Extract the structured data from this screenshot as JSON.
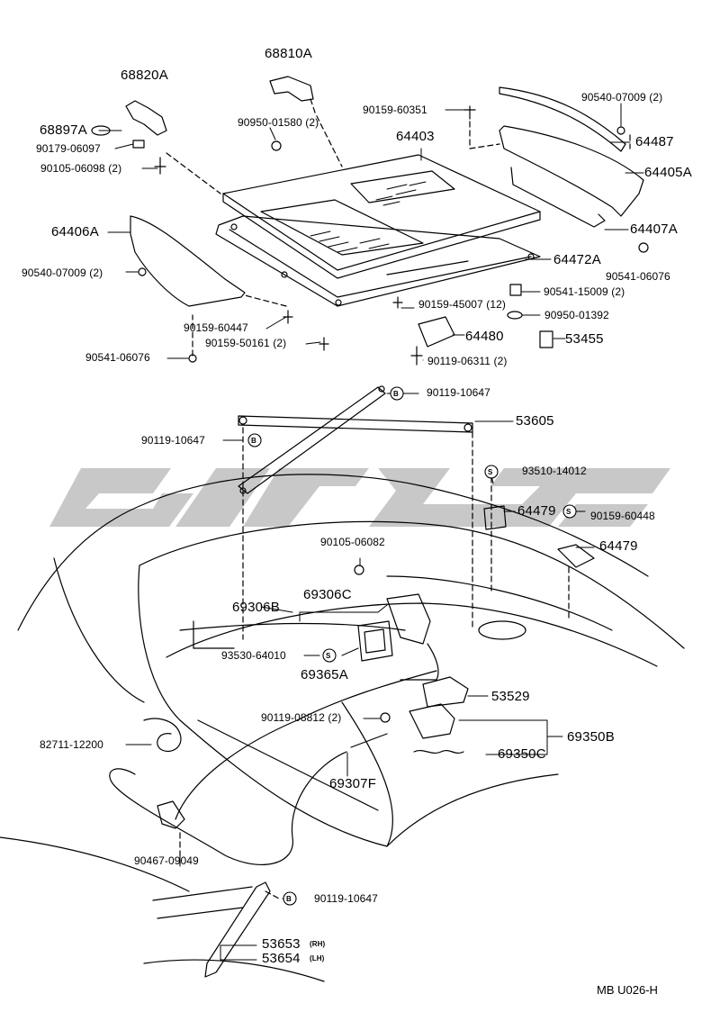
{
  "diagram": {
    "code": "MB U026-H",
    "watermark_color": "#c8c8c8",
    "line_color": "#000000",
    "symbols": {
      "bolt_marker": "B",
      "screw_marker": "S"
    },
    "labels": [
      {
        "id": "p68810a",
        "text": "68810A"
      },
      {
        "id": "p68820a",
        "text": "68820A"
      },
      {
        "id": "p68897a",
        "text": "68897A"
      },
      {
        "id": "p90179_06097",
        "text": "90179-06097"
      },
      {
        "id": "p90105_06098",
        "text": "90105-06098 (2)"
      },
      {
        "id": "p90950_01580",
        "text": "90950-01580 (2)"
      },
      {
        "id": "p90159_60351",
        "text": "90159-60351"
      },
      {
        "id": "p64403",
        "text": "64403"
      },
      {
        "id": "p90540_07009_r",
        "text": "90540-07009 (2)"
      },
      {
        "id": "p64487",
        "text": "64487"
      },
      {
        "id": "p64405a",
        "text": "64405A"
      },
      {
        "id": "p64406a",
        "text": "64406A"
      },
      {
        "id": "p64407a",
        "text": "64407A"
      },
      {
        "id": "p90540_07009_l",
        "text": "90540-07009 (2)"
      },
      {
        "id": "p90541_06076_r",
        "text": "90541-06076"
      },
      {
        "id": "p64472a",
        "text": "64472A"
      },
      {
        "id": "p90159_45007",
        "text": "90159-45007 (12)"
      },
      {
        "id": "p90541_15009",
        "text": "90541-15009 (2)"
      },
      {
        "id": "p90950_01392",
        "text": "90950-01392"
      },
      {
        "id": "p90159_60447",
        "text": "90159-60447"
      },
      {
        "id": "p90159_50161",
        "text": "90159-50161 (2)"
      },
      {
        "id": "p64480",
        "text": "64480"
      },
      {
        "id": "p53455",
        "text": "53455"
      },
      {
        "id": "p90541_06076_l",
        "text": "90541-06076"
      },
      {
        "id": "p90119_06311",
        "text": "90119-06311 (2)"
      },
      {
        "id": "p90119_10647_a",
        "text": "90119-10647"
      },
      {
        "id": "p53605",
        "text": "53605"
      },
      {
        "id": "p90119_10647_b",
        "text": "90119-10647"
      },
      {
        "id": "p93510_14012",
        "text": "93510-14012"
      },
      {
        "id": "p64479_a",
        "text": "64479"
      },
      {
        "id": "p90159_60448",
        "text": "90159-60448"
      },
      {
        "id": "p64479_b",
        "text": "64479"
      },
      {
        "id": "p90105_06082",
        "text": "90105-06082"
      },
      {
        "id": "p69306b",
        "text": "69306B"
      },
      {
        "id": "p69306c",
        "text": "69306C"
      },
      {
        "id": "p93530_64010",
        "text": "93530-64010"
      },
      {
        "id": "p69365a",
        "text": "69365A"
      },
      {
        "id": "p53529",
        "text": "53529"
      },
      {
        "id": "p90119_08812",
        "text": "90119-08812 (2)"
      },
      {
        "id": "p69350b",
        "text": "69350B"
      },
      {
        "id": "p82711_12200",
        "text": "82711-12200"
      },
      {
        "id": "p69350c",
        "text": "69350C"
      },
      {
        "id": "p69307f",
        "text": "69307F"
      },
      {
        "id": "p90467_09049",
        "text": "90467-09049"
      },
      {
        "id": "p90119_10647_c",
        "text": "90119-10647"
      },
      {
        "id": "p53653",
        "text": "53653"
      },
      {
        "id": "p53653_side",
        "text": "(RH)"
      },
      {
        "id": "p53654",
        "text": "53654"
      },
      {
        "id": "p53654_side",
        "text": "(LH)"
      }
    ]
  }
}
